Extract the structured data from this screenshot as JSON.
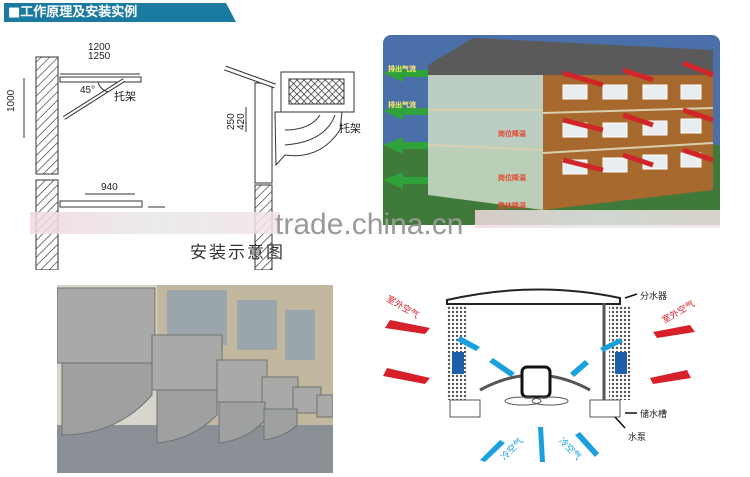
{
  "header": {
    "title": "■工作原理及安装实例",
    "color": "#1b7aa0"
  },
  "install_drawing": {
    "dim_top_1": "1200",
    "dim_top_2": "1250",
    "dim_height": "1000",
    "angle": "45°",
    "bracket_label_1": "托架",
    "dim_bottom": "940",
    "dim_side_1": "250",
    "dim_side_2": "420",
    "bracket_label_2": "托架",
    "caption": "安装示意图"
  },
  "watermark": "trade.china.cn",
  "building_illustration": {
    "labels": [
      "排出气流",
      "排出气流",
      "岗位降温",
      "岗位降温",
      "整体降温"
    ]
  },
  "cooler_diagram": {
    "outdoor_air_left": "室外空气",
    "outdoor_air_right": "室外空气",
    "water_distributor": "分水器",
    "water_tank": "储水槽",
    "water_pump": "水泵",
    "cool_air_left": "冷空气",
    "cool_air_right": "冷空气",
    "colors": {
      "hot_air": "#d8202a",
      "cool_air": "#1aa0dc",
      "pad_block": "#1d5fa8"
    }
  }
}
